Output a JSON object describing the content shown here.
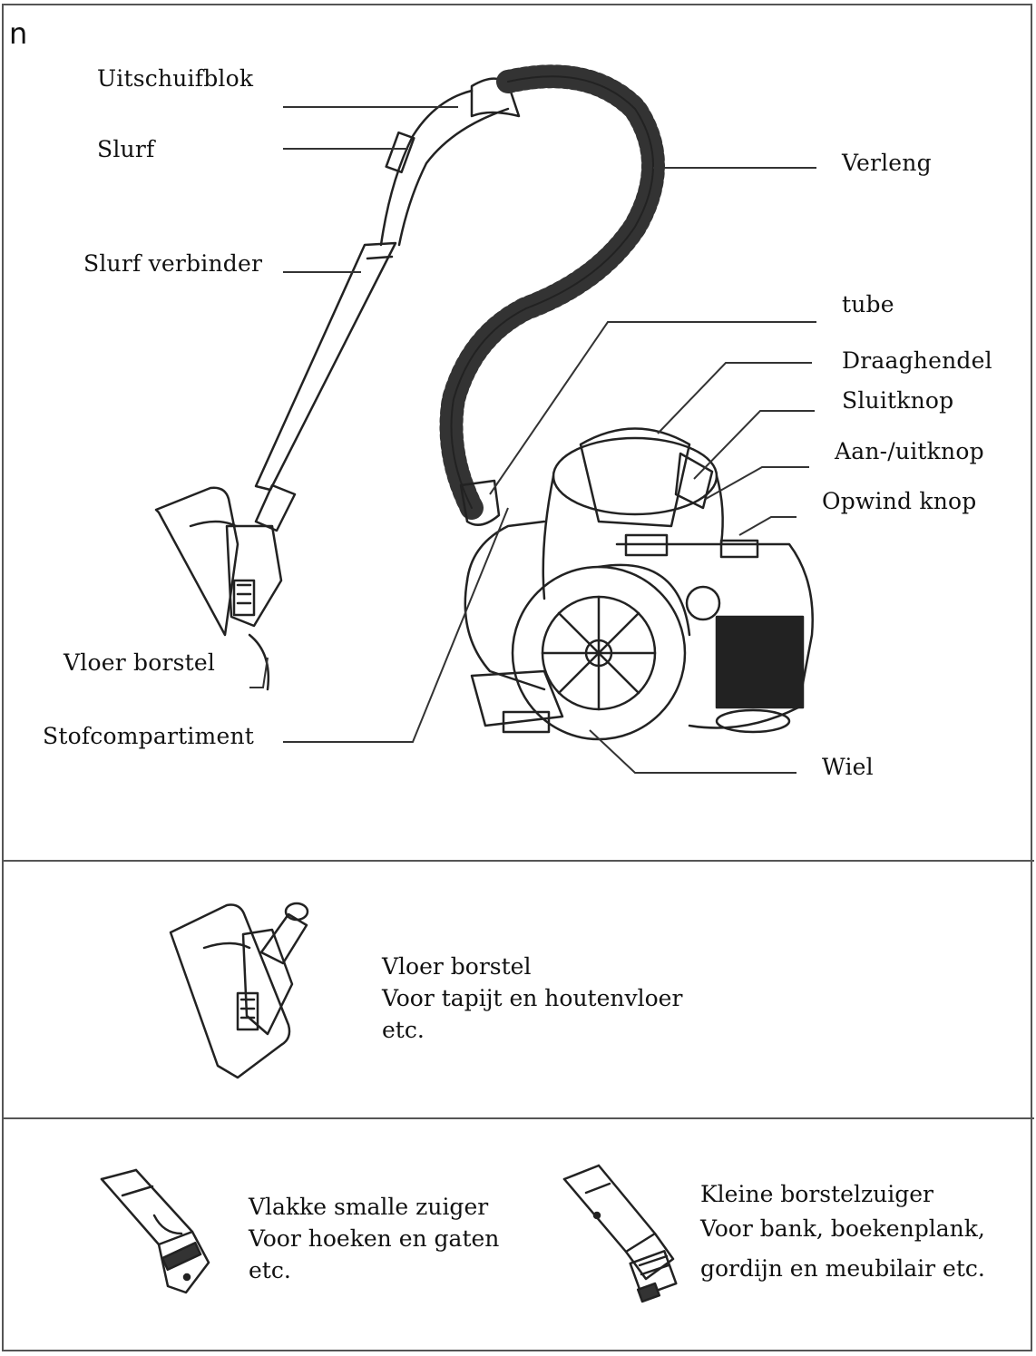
{
  "corner_text": "n",
  "labels": {
    "uitschuifblok": "Uitschuifblok",
    "slurf": "Slurf",
    "slurf_verbinder": "Slurf verbinder",
    "verleng": "Verleng",
    "tube": "tube",
    "draaghendel": "Draaghendel",
    "sluitknop": "Sluitknop",
    "aan_uitknop": "Aan-/uitknop",
    "opwind_knop": "Opwind knop",
    "vloer_borstel": "Vloer borstel",
    "stofcompartiment": "Stofcompartiment",
    "wiel": "Wiel"
  },
  "accessories": {
    "floor_brush": {
      "line1": "Vloer borstel",
      "line2": "Voor tapijt en houtenvloer",
      "line3": "etc."
    },
    "crevice_tool": {
      "line1": "Vlakke smalle zuiger",
      "line2": "Voor hoeken en gaten",
      "line3": "etc."
    },
    "small_brush": {
      "line1": "Kleine borstelzuiger",
      "line2": "Voor bank, boekenplank,",
      "line3": "gordijn en meubilair etc."
    }
  }
}
